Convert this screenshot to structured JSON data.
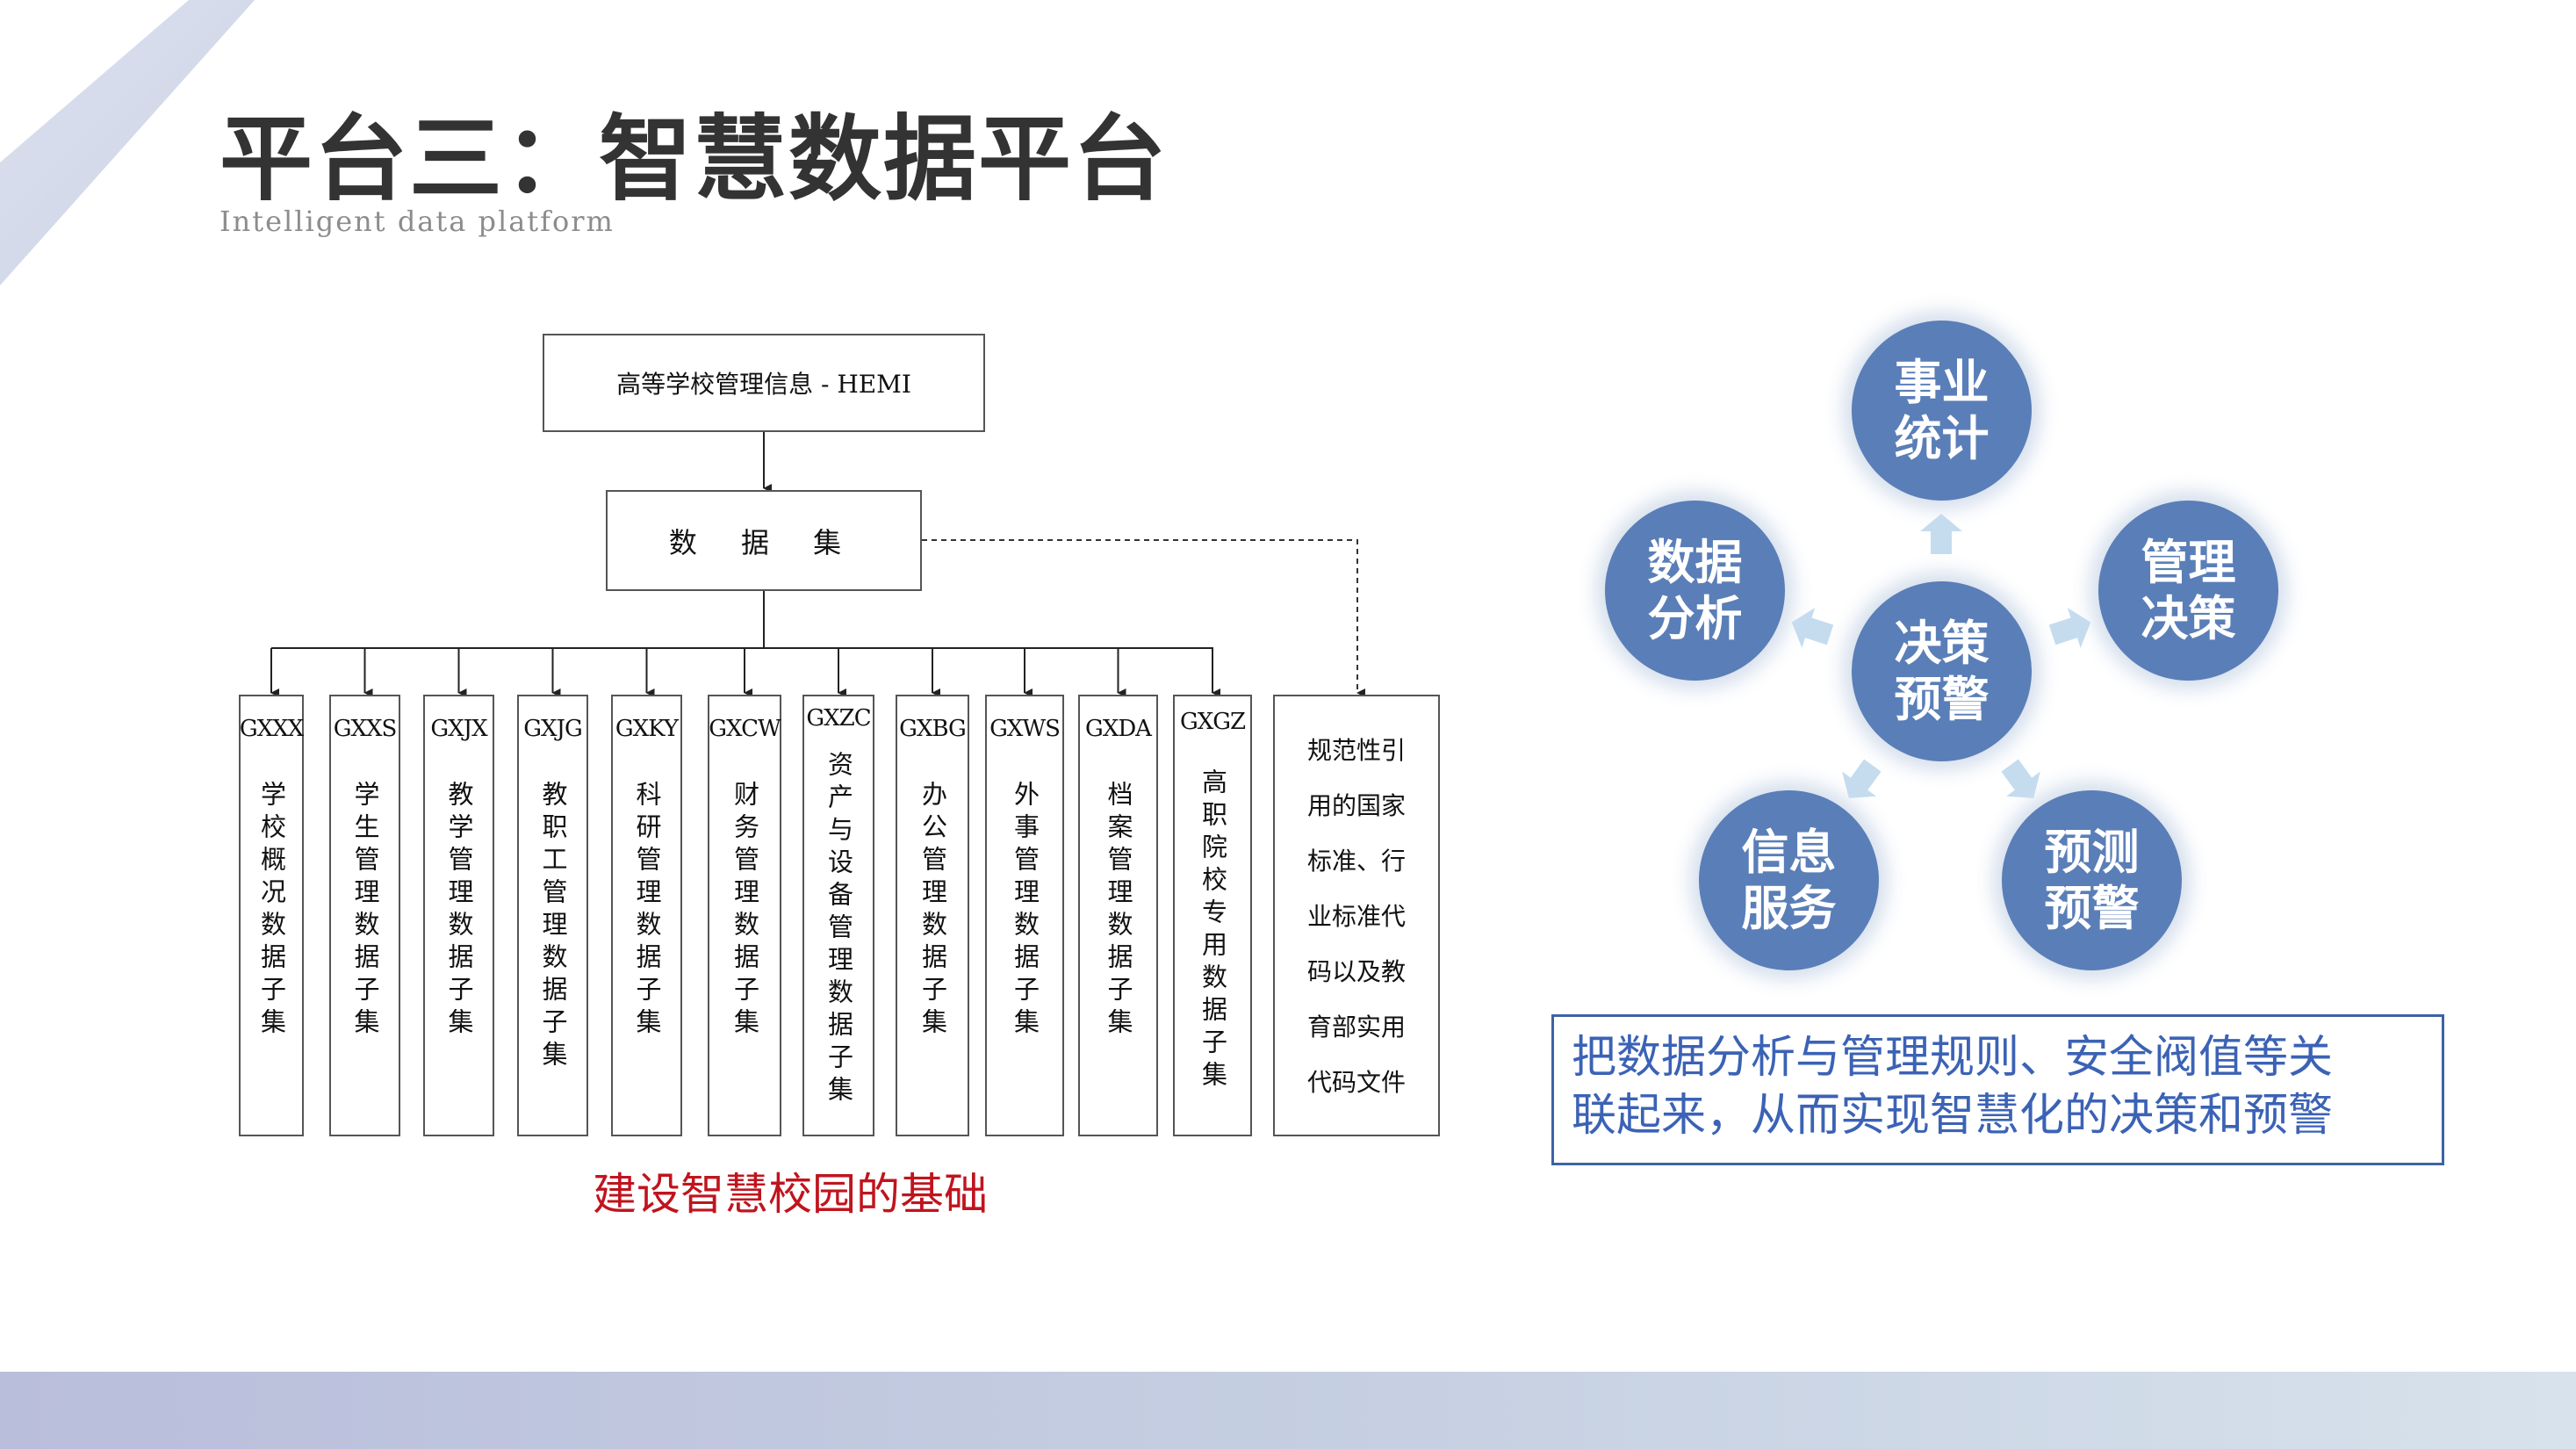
{
  "slide": {
    "title": "平台三：智慧数据平台",
    "subtitle": "Intelligent data platform"
  },
  "tree": {
    "root": "高等学校管理信息 - HEMI",
    "dataset": "数 据 集",
    "subsets": [
      {
        "code": "GXXX",
        "name": "学校概况数据子集"
      },
      {
        "code": "GXXS",
        "name": "学生管理数据子集"
      },
      {
        "code": "GXJX",
        "name": "教学管理数据子集"
      },
      {
        "code": "GXJG",
        "name": "教职工管理数据子集"
      },
      {
        "code": "GXKY",
        "name": "科研管理数据子集"
      },
      {
        "code": "GXCW",
        "name": "财务管理数据子集"
      },
      {
        "code": "GXZC",
        "name": "资产与设备管理数据子集"
      },
      {
        "code": "GXBG",
        "name": "办公管理数据子集"
      },
      {
        "code": "GXWS",
        "name": "外事管理数据子集"
      },
      {
        "code": "GXDA",
        "name": "档案管理数据子集"
      },
      {
        "code": "GXGZ",
        "name": "高职院校专用数据子集"
      }
    ],
    "standards": [
      "规范性引",
      "用的国家",
      "标准、行",
      "业标准代",
      "码以及教",
      "育部实用",
      "代码文件"
    ],
    "caption": "建设智慧校园的基础"
  },
  "cycle": {
    "center": [
      "决策",
      "预警"
    ],
    "nodes": [
      {
        "id": "top",
        "lines": [
          "事业",
          "统计"
        ]
      },
      {
        "id": "right",
        "lines": [
          "管理",
          "决策"
        ]
      },
      {
        "id": "bottom-right",
        "lines": [
          "预测",
          "预警"
        ]
      },
      {
        "id": "bottom-left",
        "lines": [
          "信息",
          "服务"
        ]
      },
      {
        "id": "left",
        "lines": [
          "数据",
          "分析"
        ]
      }
    ],
    "description_lines": [
      "把数据分析与管理规则、安全阀值等关",
      "联起来，从而实现智慧化的决策和预警"
    ]
  },
  "colors": {
    "circle_fill": "#5a7eb7",
    "arrow_fill": "#c5dcef",
    "caption_red": "#c0141e",
    "desc_text": "#3b62b5",
    "desc_border": "#3d63a6"
  }
}
